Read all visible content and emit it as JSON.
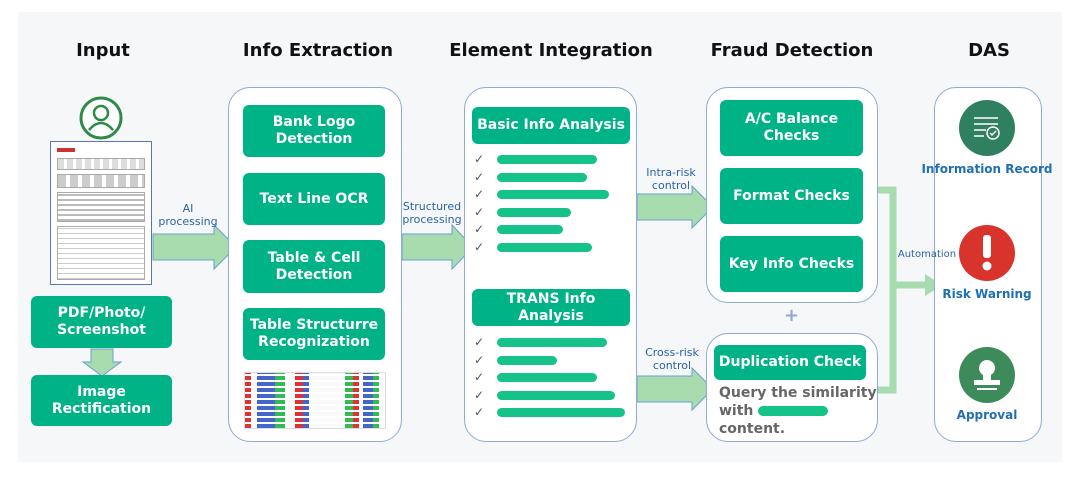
{
  "headers": {
    "input": "Input",
    "extraction": "Info Extraction",
    "integration": "Element Integration",
    "fraud": "Fraud Detection",
    "das": "DAS"
  },
  "input": {
    "pdf_box": "PDF/Photo/ Screenshot",
    "image_box": "Image Rectification"
  },
  "arrows": {
    "ai": "AI processing",
    "structured": "Structured processing",
    "intra": "Intra-risk control",
    "cross": "Cross-risk control",
    "automation": "Automation"
  },
  "extraction": {
    "items": [
      "Bank Logo Detection",
      "Text Line OCR",
      "Table & Cell Detection",
      "Table Structurre Recognization"
    ]
  },
  "integration": {
    "basic_title": "Basic Info Analysis",
    "basic_check_count": 6,
    "trans_title": "TRANS Info Analysis",
    "trans_check_count": 5,
    "check_mark": "✓"
  },
  "fraud": {
    "items": [
      "A/C Balance Checks",
      "Format Checks",
      "Key Info Checks"
    ],
    "plus": "+",
    "dup_title": "Duplication Check",
    "dup_text_1": "Query the similarity",
    "dup_text_2": "with",
    "dup_text_3": "content."
  },
  "das": {
    "items": [
      {
        "label": "Information Record",
        "icon": "document-check-icon",
        "color": "#2e8060"
      },
      {
        "label": "Risk Warning",
        "icon": "exclamation-icon",
        "color": "#d9342b"
      },
      {
        "label": "Approval",
        "icon": "stamp-icon",
        "color": "#3d8a5a"
      }
    ]
  },
  "colors": {
    "green": "#00b386",
    "arrow": "#a8dcae",
    "panel_border": "#8fa9d8",
    "label_blue": "#2a63a8"
  }
}
